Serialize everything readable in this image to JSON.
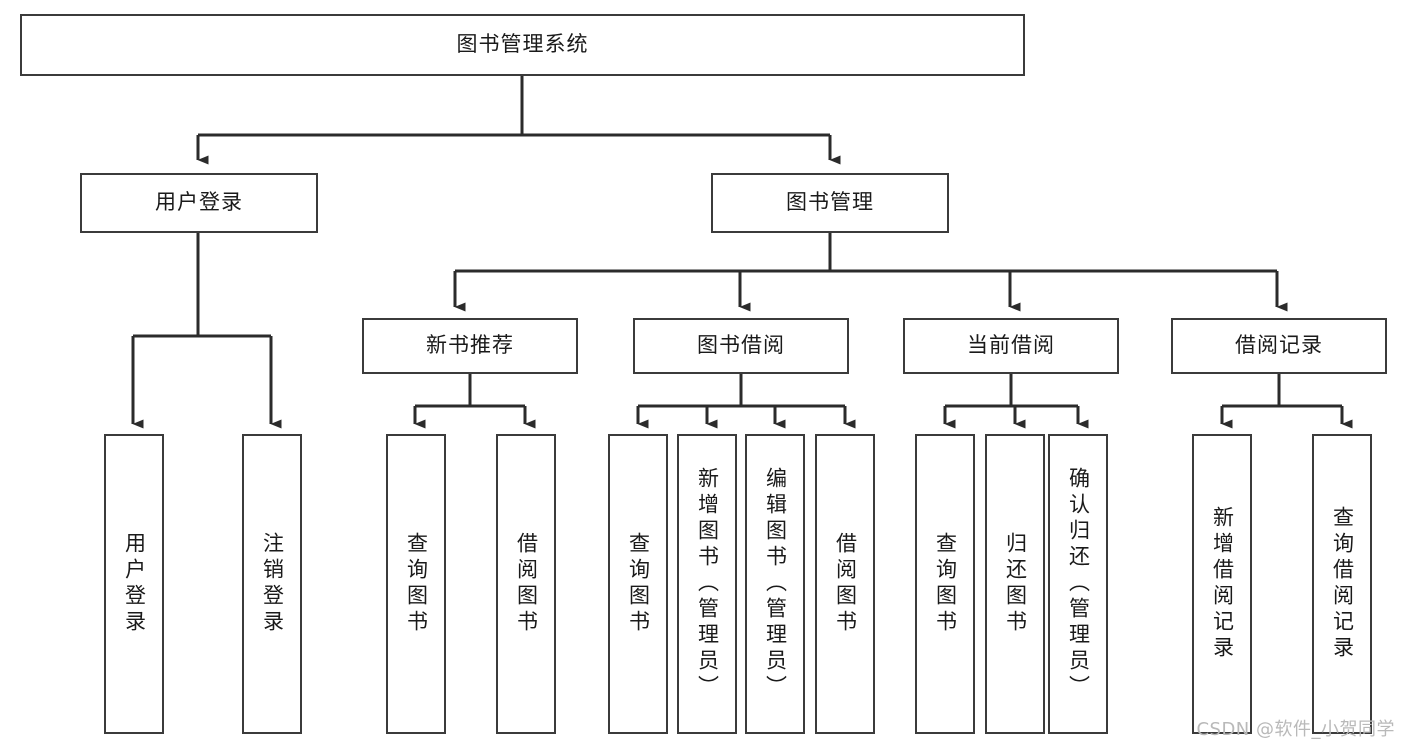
{
  "diagram": {
    "title": "图书管理系统",
    "type": "tree-hierarchy-diagram",
    "watermark": "CSDN @软件_小贺同学",
    "colors": {
      "background": "#ffffff",
      "box_border": "#3b3b3b",
      "box_fill": "#ffffff",
      "connector": "#2b2b2b",
      "text": "#1a1a1a",
      "watermark": "#b9b9b9"
    }
  },
  "nodes": {
    "root": {
      "label": "图书管理系统"
    },
    "level2": [
      {
        "label": "用户登录"
      },
      {
        "label": "图书管理"
      }
    ],
    "level3": [
      {
        "label": "新书推荐"
      },
      {
        "label": "图书借阅"
      },
      {
        "label": "当前借阅"
      },
      {
        "label": "借阅记录"
      }
    ],
    "leaves": {
      "user_login": [
        {
          "label": "用户登录"
        },
        {
          "label": "注销登录"
        }
      ],
      "new_book": [
        {
          "label": "查询图书"
        },
        {
          "label": "借阅图书"
        }
      ],
      "borrow_book": [
        {
          "label": "查询图书"
        },
        {
          "label": "新增图书（管理员）"
        },
        {
          "label": "编辑图书（管理员）"
        },
        {
          "label": "借阅图书"
        }
      ],
      "current_borrow": [
        {
          "label": "查询图书"
        },
        {
          "label": "归还图书"
        },
        {
          "label": "确认归还（管理员）"
        }
      ],
      "borrow_record": [
        {
          "label": "新增借阅记录"
        },
        {
          "label": "查询借阅记录"
        }
      ]
    }
  }
}
